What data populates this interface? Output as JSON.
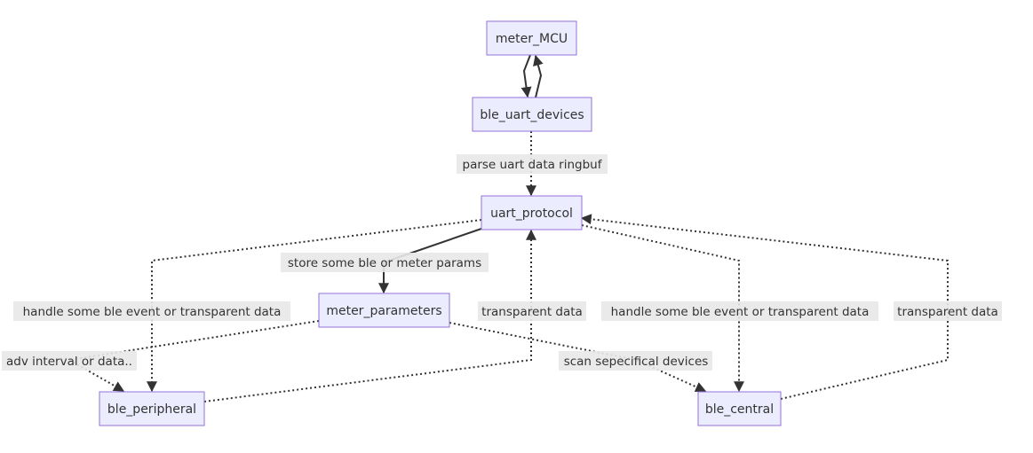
{
  "diagram": {
    "nodes": {
      "meter_mcu": "meter_MCU",
      "ble_uart_devices": "ble_uart_devices",
      "uart_protocol": "uart_protocol",
      "meter_parameters": "meter_parameters",
      "ble_peripheral": "ble_peripheral",
      "ble_central": "ble_central"
    },
    "edge_labels": {
      "parse_uart": "parse uart data ringbuf",
      "store_params": "store some ble or meter params",
      "handle_peripheral": "handle some ble event or transparent data",
      "transparent_peripheral": "transparent data",
      "handle_central": "handle some ble event or transparent data",
      "transparent_central": "transparent data",
      "adv_interval": "adv interval or data..",
      "scan_devices": "scan sepecifical devices"
    },
    "colors": {
      "node_fill": "#ECECFF",
      "node_stroke": "#9370DB",
      "edge": "#333333",
      "label_bg": "#e8e8e8"
    }
  }
}
